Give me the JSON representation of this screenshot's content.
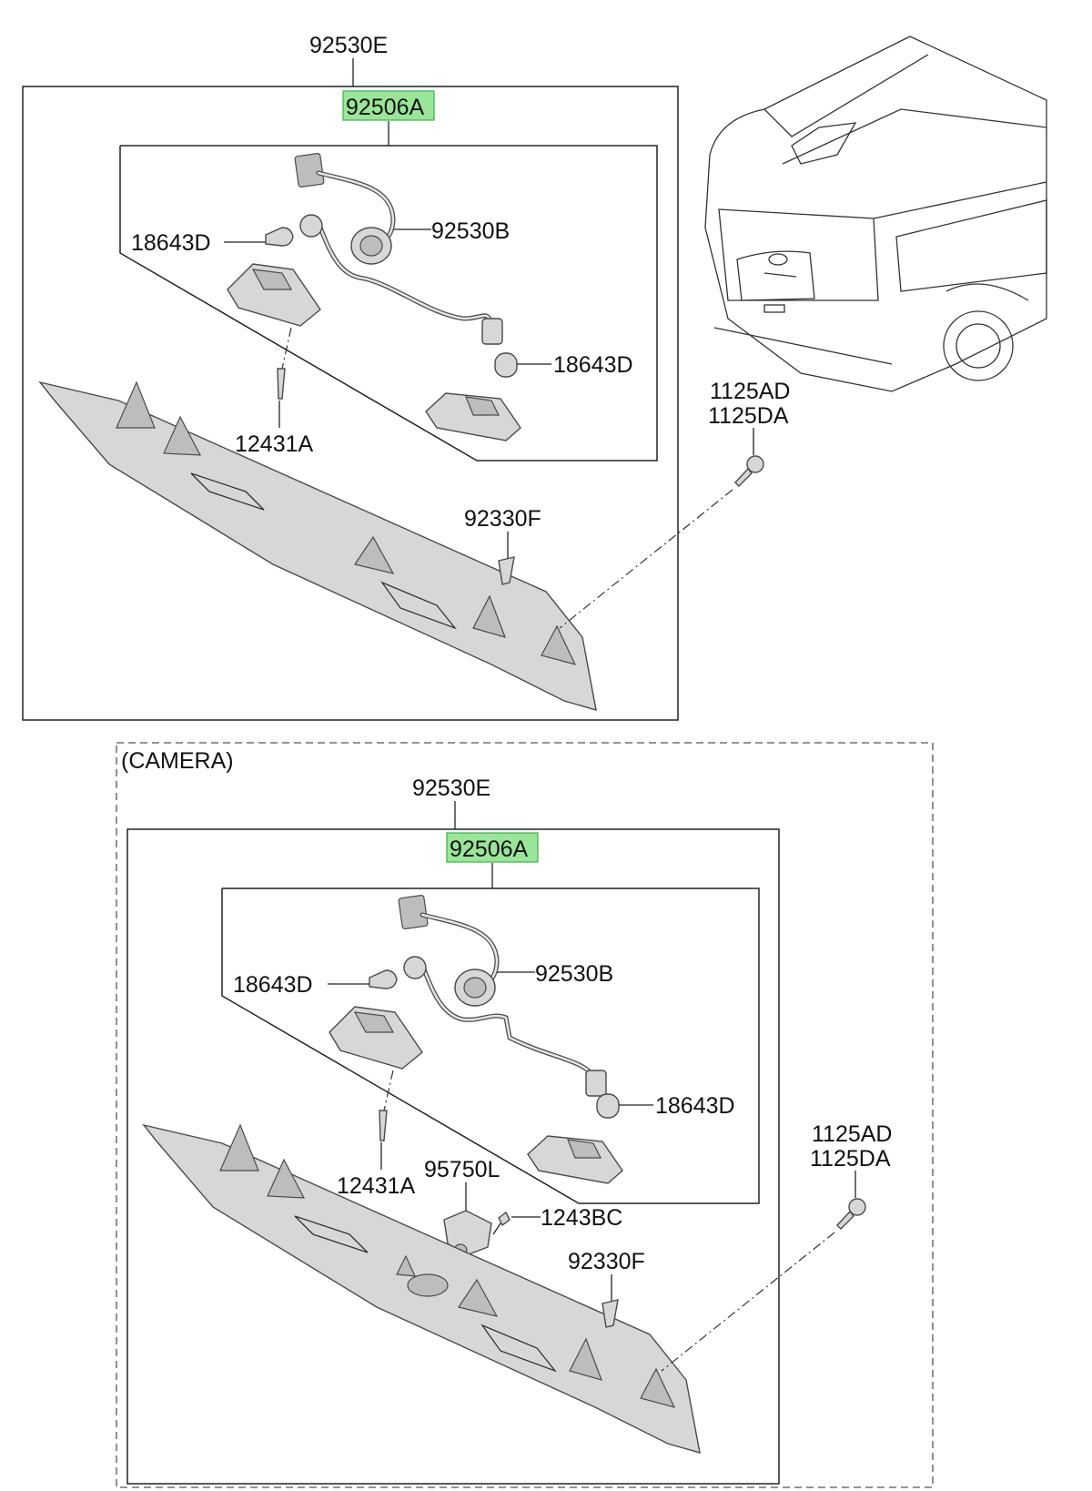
{
  "labels": {
    "top_assembly": "92530E",
    "top_lamp": "92506A",
    "top_wiring": "92530B",
    "top_bulb_left": "18643D",
    "top_bulb_right": "18643D",
    "top_screw": "12431A",
    "top_clip": "92330F",
    "top_bolt_1": "1125AD",
    "top_bolt_2": "1125DA",
    "camera_heading": "(CAMERA)",
    "cam_assembly": "92530E",
    "cam_lamp": "92506A",
    "cam_wiring": "92530B",
    "cam_bulb_left": "18643D",
    "cam_bulb_right": "18643D",
    "cam_screw": "12431A",
    "cam_camera": "95750L",
    "cam_camera_screw": "1243BC",
    "cam_clip": "92330F",
    "cam_bolt_1": "1125AD",
    "cam_bolt_2": "1125DA"
  },
  "colors": {
    "highlight_fill": "#99e699",
    "highlight_border": "#39b54a",
    "line": "#222222",
    "part_fill": "#d7d7d7"
  }
}
